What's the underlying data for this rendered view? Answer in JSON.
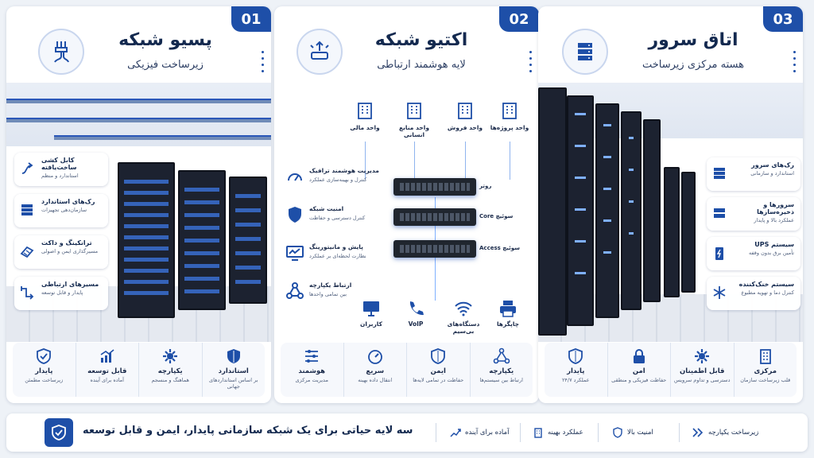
{
  "panels": [
    {
      "number": "01",
      "title": "پسیو شبکه",
      "subtitle": "زیرساخت فیزیکی",
      "features": [
        {
          "title": "کابل کشی ساخت‌یافته",
          "desc": "استاندارد و منظم",
          "icon": "cable-icon"
        },
        {
          "title": "رک‌های استاندارد",
          "desc": "سازمان‌دهی تجهیزات",
          "icon": "rack-icon"
        },
        {
          "title": "ترانکینگ و داکت",
          "desc": "مسیرگذاری ایمن و اصولی",
          "icon": "trunk-icon"
        },
        {
          "title": "مسیرهای ارتباطی",
          "desc": "پایدار و قابل توسعه",
          "icon": "route-icon"
        }
      ],
      "bottom": [
        {
          "title": "پایدار",
          "desc": "زیرساخت مطمئن",
          "icon": "shield-check-icon"
        },
        {
          "title": "قابل توسعه",
          "desc": "آماده برای آینده",
          "icon": "growth-chart-icon"
        },
        {
          "title": "یکپارچه",
          "desc": "هماهنگ و منسجم",
          "icon": "puzzle-icon"
        },
        {
          "title": "استاندارد",
          "desc": "بر اساس استانداردهای جهانی",
          "icon": "badge-icon"
        }
      ]
    },
    {
      "number": "02",
      "title": "اکتیو شبکه",
      "subtitle": "لایه هوشمند ارتباطی",
      "departments": [
        {
          "title": "واحد پروژه‌ها",
          "icon": "building-icon"
        },
        {
          "title": "واحد فروش",
          "icon": "building-icon"
        },
        {
          "title": "واحد منابع انسانی",
          "icon": "building-icon"
        },
        {
          "title": "واحد مالی",
          "icon": "building-icon"
        }
      ],
      "devices": [
        {
          "label": "روتر"
        },
        {
          "label": "سوئیچ Core"
        },
        {
          "label": "سوئیچ Access"
        }
      ],
      "management": [
        {
          "title": "مدیریت هوشمند ترافیک",
          "desc": "کنترل و بهینه‌سازی عملکرد",
          "icon": "gauge-icon"
        },
        {
          "title": "امنیت شبکه",
          "desc": "کنترل دسترسی و حفاظت",
          "icon": "shield-icon"
        },
        {
          "title": "پایش و مانیتورینگ",
          "desc": "نظارت لحظه‌ای بر عملکرد",
          "icon": "monitor-icon"
        },
        {
          "title": "ارتباط یکپارچه",
          "desc": "بین تمامی واحدها",
          "icon": "network-icon"
        }
      ],
      "endpoints": [
        {
          "title": "چاپگرها",
          "icon": "printer-icon"
        },
        {
          "title": "دستگاه‌های بی‌سیم",
          "icon": "wifi-icon"
        },
        {
          "title": "VoIP",
          "icon": "phone-icon"
        },
        {
          "title": "کاربران",
          "icon": "computer-icon"
        }
      ],
      "bottom": [
        {
          "title": "یکپارچه",
          "desc": "ارتباط بین سیستم‌ها",
          "icon": "nodes-icon"
        },
        {
          "title": "ایمن",
          "desc": "حفاظت در تمامی لایه‌ها",
          "icon": "shield-icon"
        },
        {
          "title": "سریع",
          "desc": "انتقال داده بهینه",
          "icon": "speedometer-icon"
        },
        {
          "title": "هوشمند",
          "desc": "مدیریت مرکزی",
          "icon": "sliders-icon"
        }
      ]
    },
    {
      "number": "03",
      "title": "اتاق سرور",
      "subtitle": "هسته مرکزی زیرساخت",
      "features": [
        {
          "title": "رک‌های سرور",
          "desc": "استاندارد و سازمانی",
          "icon": "server-rack-icon"
        },
        {
          "title": "سرورها و ذخیره‌سازها",
          "desc": "عملکرد بالا و پایدار",
          "icon": "storage-icon"
        },
        {
          "title": "سیستم UPS",
          "desc": "تأمین برق بدون وقفه",
          "icon": "battery-icon"
        },
        {
          "title": "سیستم خنک‌کننده",
          "desc": "کنترل دما و تهویه مطبوع",
          "icon": "snowflake-icon"
        }
      ],
      "bottom": [
        {
          "title": "مرکزی",
          "desc": "قلب زیرساخت سازمان",
          "icon": "building-icon"
        },
        {
          "title": "قابل اطمینان",
          "desc": "دسترسی و تداوم سرویس",
          "icon": "gear-icon"
        },
        {
          "title": "امن",
          "desc": "حفاظت فیزیکی و منطقی",
          "icon": "lock-icon"
        },
        {
          "title": "پایدار",
          "desc": "عملکرد ۲۴/۷",
          "icon": "shield-check-icon"
        }
      ]
    }
  ],
  "footer": {
    "tagline": "سه لایه حیاتی برای یک شبکه سازمانی پایدار، ایمن و قابل توسعه",
    "items": [
      {
        "label": "آماده برای آینده",
        "icon": "growth-icon"
      },
      {
        "label": "عملکرد بهینه",
        "icon": "building-icon"
      },
      {
        "label": "امنیت بالا",
        "icon": "shield-icon"
      },
      {
        "label": "زیرساخت یکپارچه",
        "icon": "chevrons-icon"
      }
    ]
  },
  "colors": {
    "accent": "#1e4fa8",
    "text": "#13294f",
    "glow": "#7fb0ff"
  }
}
